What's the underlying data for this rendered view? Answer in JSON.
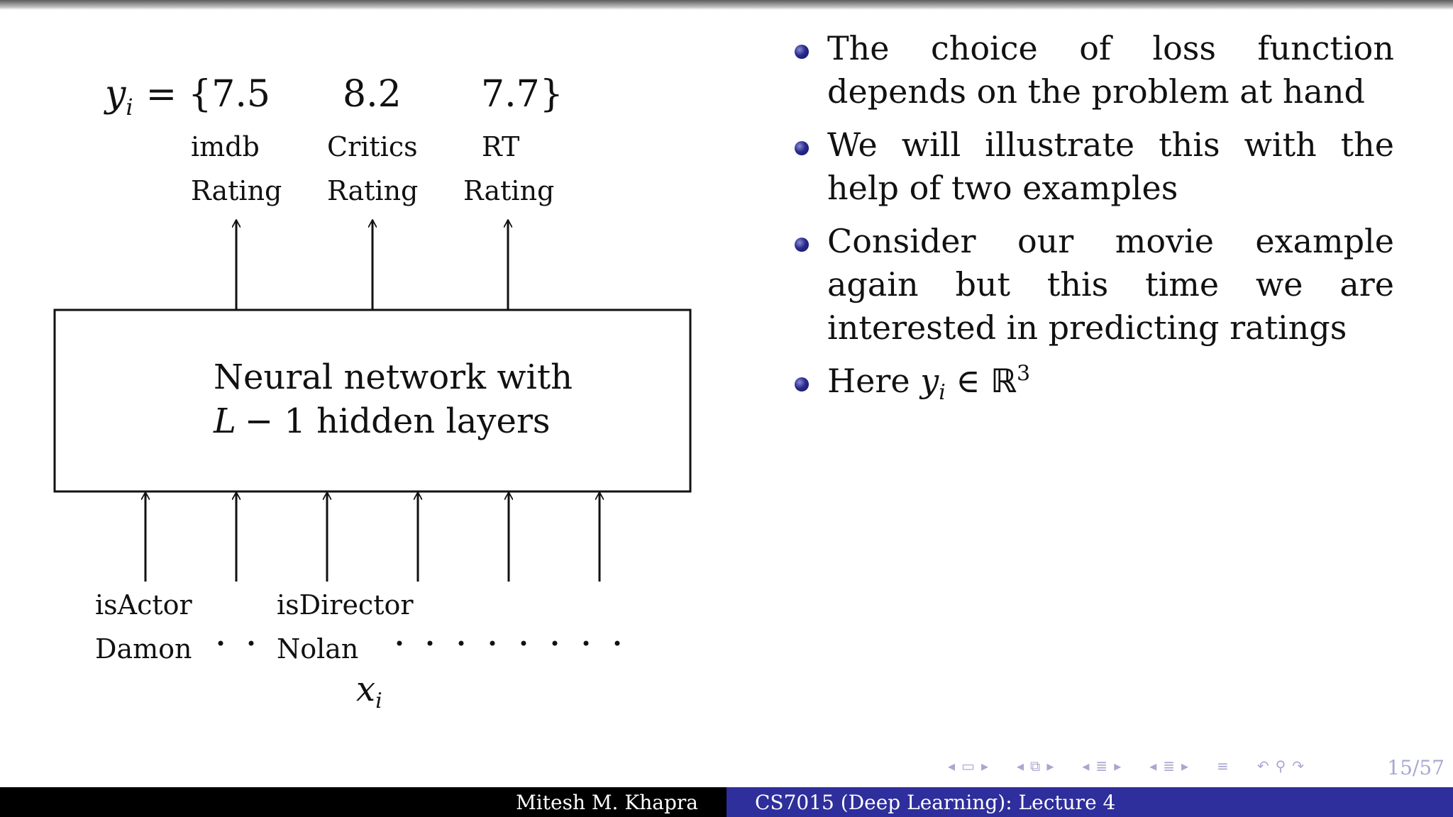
{
  "diagram": {
    "output": {
      "var": "y",
      "sub": "i",
      "eq": "=",
      "open_brace": "{",
      "close_brace": "}",
      "values": [
        "7.5",
        "8.2",
        "7.7"
      ]
    },
    "output_labels": [
      {
        "line1": "imdb",
        "line2": "Rating"
      },
      {
        "line1": "Critics",
        "line2": "Rating"
      },
      {
        "line1": "RT",
        "line2": "Rating"
      }
    ],
    "network_box": {
      "line1": "Neural network with",
      "line2_var": "L",
      "line2_rest": "− 1 hidden layers"
    },
    "input_labels": [
      {
        "line1": "isActor",
        "line2": "Damon"
      },
      {
        "line1": "isDirector",
        "line2": "Nolan"
      }
    ],
    "input_var": {
      "var": "x",
      "sub": "i"
    }
  },
  "bullets": [
    {
      "text": "The choice of loss function depends on the problem at hand"
    },
    {
      "text": "We will illustrate this with the help of two examples"
    },
    {
      "text": "Consider our movie example again but this time we are interested in predicting ratings"
    },
    {
      "prefix": "Here",
      "var": "y",
      "sub": "i",
      "symbol": "∈",
      "set": "ℝ",
      "sup": "3"
    }
  ],
  "navigation": {
    "icons": [
      "nav-left-arrow-icon",
      "nav-frame-icon",
      "nav-right-arrow-icon",
      "nav-left-arrow-icon",
      "nav-slide-icon",
      "nav-right-arrow-icon",
      "nav-left-arrow-icon",
      "nav-section-icon",
      "nav-right-arrow-icon",
      "nav-left-arrow-icon",
      "nav-subsection-icon",
      "nav-right-arrow-icon",
      "nav-toc-icon",
      "nav-back-icon",
      "nav-search-icon",
      "nav-forward-icon"
    ],
    "page_number": "15/57"
  },
  "footer": {
    "author": "Mitesh M. Khapra",
    "title": "CS7015 (Deep Learning): Lecture 4"
  },
  "colors": {
    "footer_left": "#000000",
    "footer_right": "#2e2e9c",
    "bullet": "#2a2a8c",
    "nav": "#a7a7d2"
  }
}
